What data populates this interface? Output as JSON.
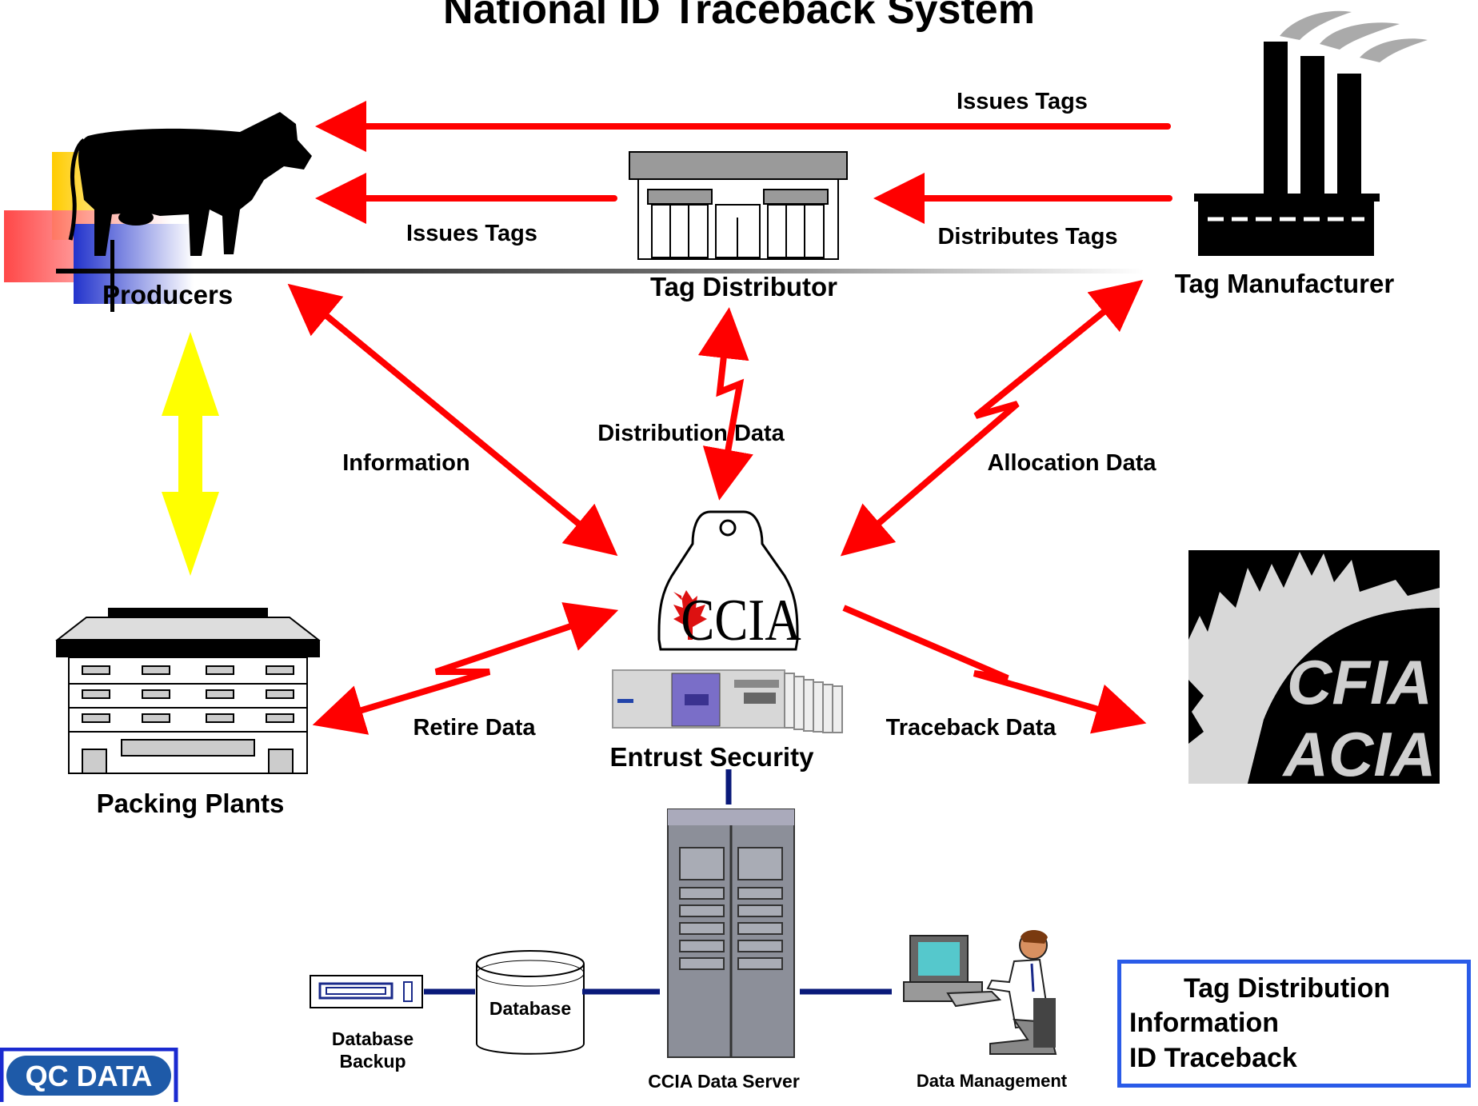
{
  "title": "National ID Traceback System",
  "nodes": {
    "producers": "Producers",
    "tag_distributor": "Tag Distributor",
    "tag_manufacturer": "Tag Manufacturer",
    "packing_plants": "Packing Plants",
    "entrust_security": "Entrust Security",
    "ccia_data_server": "CCIA Data Server",
    "database": "Database",
    "database_backup_line1": "Database",
    "database_backup_line2": "Backup",
    "data_management": "Data Management"
  },
  "flows": {
    "issues_tags_top": "Issues Tags",
    "issues_tags": "Issues Tags",
    "distributes_tags": "Distributes Tags",
    "information": "Information",
    "distribution_data": "Distribution Data",
    "allocation_data": "Allocation Data",
    "retire_data": "Retire Data",
    "traceback_data": "Traceback Data"
  },
  "logos": {
    "ccia_tag": "CCIA",
    "cfia_line1": "CFIA",
    "cfia_line2": "ACIA",
    "qc_data": "QC DATA"
  },
  "legend": {
    "title": "Tag Distribution",
    "information": "Information",
    "id_traceback": "ID Traceback"
  },
  "colors": {
    "tag_distribution_arrow": "#ff0000",
    "information_arrow": "#ff0000",
    "id_traceback_arrow": "#ffff00",
    "network_link": "#0a1a7a",
    "legend_border": "#2a5be8"
  }
}
